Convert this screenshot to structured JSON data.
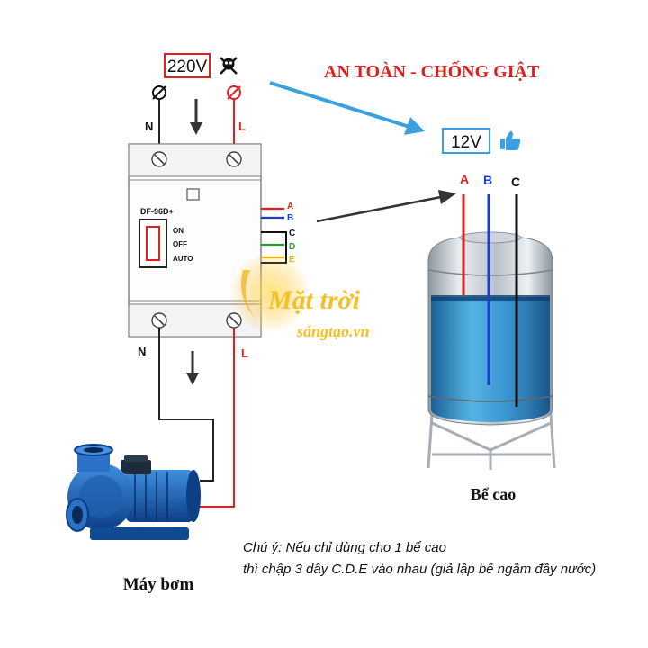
{
  "supply": {
    "voltage": "220V",
    "hazard_icon": "skull-crossbones-icon"
  },
  "input_terminals": {
    "neutral": "N",
    "live": "L"
  },
  "output_terminals": {
    "neutral": "N",
    "live": "L"
  },
  "safety_banner": "AN TOÀN - CHỐNG GIẬT",
  "sensor_supply": {
    "voltage": "12V",
    "icon": "thumbs-up-icon"
  },
  "controller": {
    "model": "DF-96D+",
    "modes": [
      "ON",
      "OFF",
      "AUTO"
    ],
    "wires": [
      {
        "label": "A",
        "color": "#e02020"
      },
      {
        "label": "B",
        "color": "#1e3cd0"
      },
      {
        "label": "C",
        "color": "#111111"
      },
      {
        "label": "D",
        "color": "#2a9a2a"
      },
      {
        "label": "E",
        "color": "#f0b400"
      }
    ]
  },
  "tank": {
    "caption": "Bể cao",
    "probes": [
      {
        "label": "A",
        "color": "#e02020"
      },
      {
        "label": "B",
        "color": "#1e3cd0"
      },
      {
        "label": "C",
        "color": "#111111"
      }
    ]
  },
  "pump": {
    "caption": "Máy bơm"
  },
  "watermark": {
    "line1": "Mặt trời",
    "line2": "sángtạo.vn"
  },
  "note": {
    "line1": "Chú ý: Nếu chỉ dùng cho 1 bể cao",
    "line2": "thì chập 3 dây C.D.E vào nhau (giả lập bể ngầm đầy nước)"
  },
  "colors": {
    "live_wire": "#e02020",
    "neutral_wire": "#222222",
    "arrow_blue": "#3aa0e0",
    "banner_red": "#e02020"
  }
}
